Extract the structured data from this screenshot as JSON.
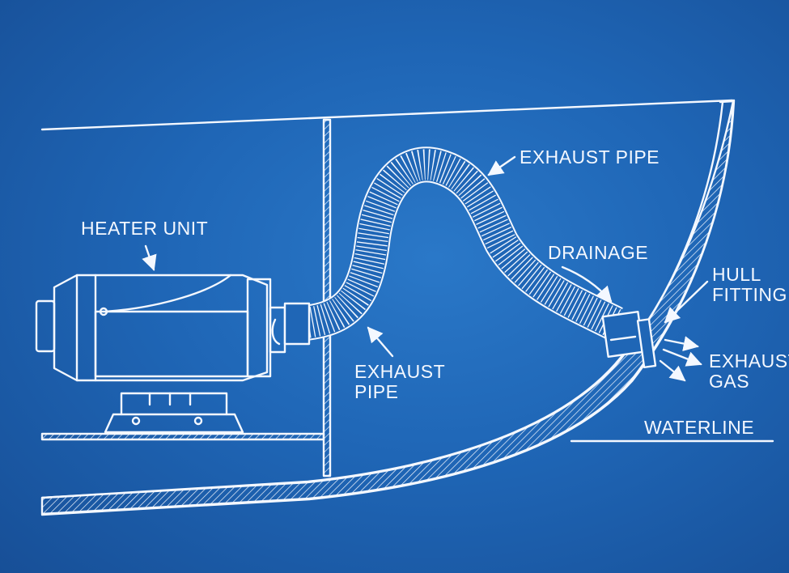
{
  "labels": {
    "heater_unit": "HEATER UNIT",
    "exhaust_pipe_top": "EXHAUST PIPE",
    "drainage": "DRAINAGE",
    "hull_fitting": "HULL\nFITTING",
    "exhaust_gas": "EXHAUST\nGAS",
    "exhaust_pipe_mid": "EXHAUST\nPIPE",
    "waterline": "WATERLINE"
  },
  "colors": {
    "background": "#1f66b6",
    "line": "#f4f8ff"
  }
}
